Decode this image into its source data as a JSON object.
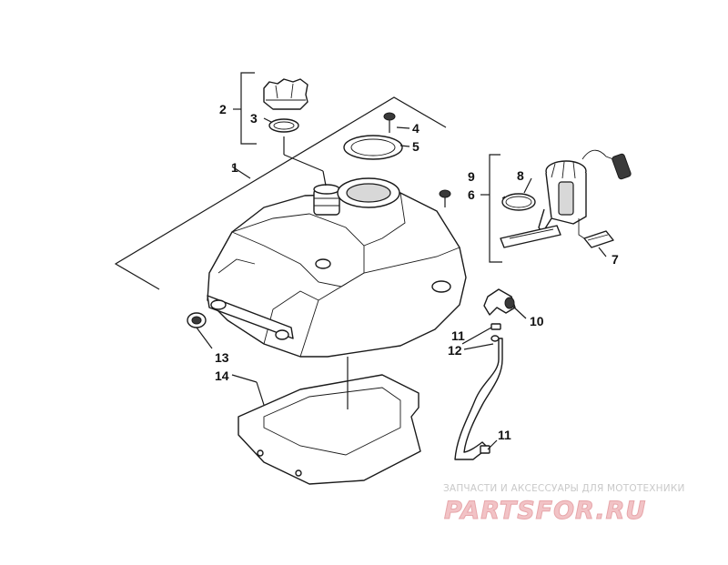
{
  "callouts": {
    "c1": "1",
    "c2": "2",
    "c3": "3",
    "c4": "4",
    "c5": "5",
    "c6": "6",
    "c7": "7",
    "c8": "8",
    "c9": "9",
    "c10": "10",
    "c11a": "11",
    "c12": "12",
    "c13": "13",
    "c14": "14",
    "c11b": "11"
  },
  "watermark": {
    "tagline": "ЗАПЧАСТИ И АКСЕССУАРЫ ДЛЯ МОТОТЕХНИКИ",
    "logo_text": "PARTSFOR.RU",
    "colors": {
      "logo_fill": "#f2c3c6",
      "logo_stroke": "#e7a7ab",
      "tagline": "#c9c9c9"
    }
  },
  "colors": {
    "line": "#1a1a1a",
    "background": "#ffffff",
    "shade": "#d8d8d8"
  }
}
